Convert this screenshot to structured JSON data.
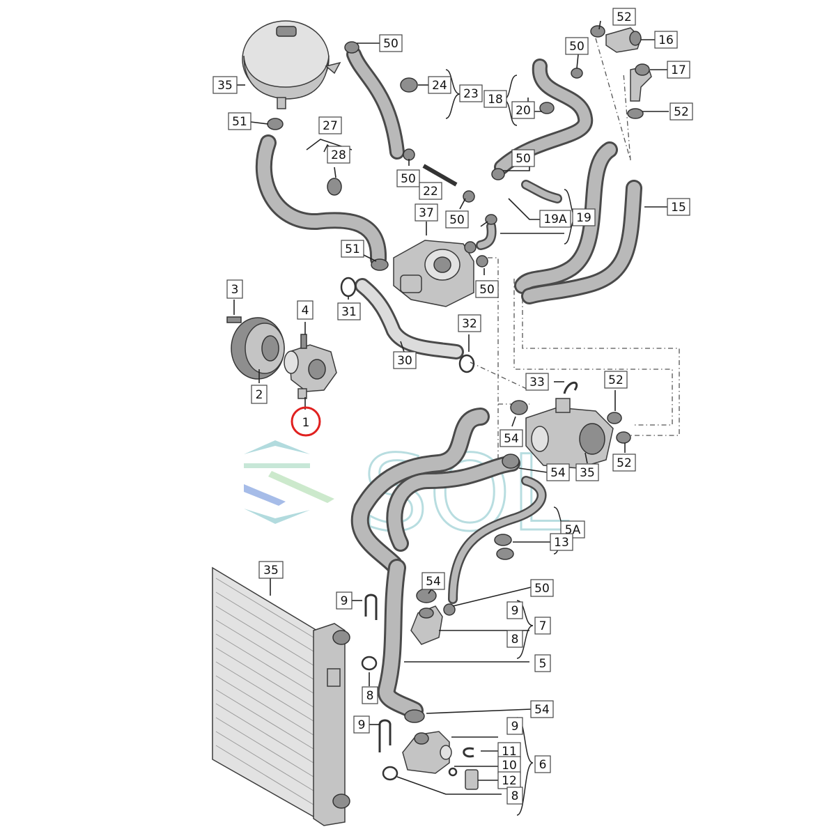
{
  "diagram": {
    "highlight_color": "#e0201f",
    "watermark_color": "#7fc3c8",
    "highlighted_label": "1",
    "labels": [
      {
        "id": "l52a",
        "text": "52"
      },
      {
        "id": "l16",
        "text": "16"
      },
      {
        "id": "l50a",
        "text": "50"
      },
      {
        "id": "l50b",
        "text": "50"
      },
      {
        "id": "l17",
        "text": "17"
      },
      {
        "id": "l35a",
        "text": "35"
      },
      {
        "id": "l24",
        "text": "24"
      },
      {
        "id": "l23",
        "text": "23"
      },
      {
        "id": "l18",
        "text": "18"
      },
      {
        "id": "l20",
        "text": "20"
      },
      {
        "id": "l52b",
        "text": "52"
      },
      {
        "id": "l51a",
        "text": "51"
      },
      {
        "id": "l27",
        "text": "27"
      },
      {
        "id": "l28",
        "text": "28"
      },
      {
        "id": "l50c",
        "text": "50"
      },
      {
        "id": "l50d",
        "text": "50"
      },
      {
        "id": "l22",
        "text": "22"
      },
      {
        "id": "l15",
        "text": "15"
      },
      {
        "id": "l37",
        "text": "37"
      },
      {
        "id": "l50e",
        "text": "50"
      },
      {
        "id": "l19A",
        "text": "19A"
      },
      {
        "id": "l19",
        "text": "19"
      },
      {
        "id": "l51b",
        "text": "51"
      },
      {
        "id": "l3",
        "text": "3"
      },
      {
        "id": "l4",
        "text": "4"
      },
      {
        "id": "l31",
        "text": "31"
      },
      {
        "id": "l50f",
        "text": "50"
      },
      {
        "id": "l32",
        "text": "32"
      },
      {
        "id": "l30",
        "text": "30"
      },
      {
        "id": "l2",
        "text": "2"
      },
      {
        "id": "l33",
        "text": "33"
      },
      {
        "id": "l52c",
        "text": "52"
      },
      {
        "id": "l1",
        "text": "1"
      },
      {
        "id": "l54a",
        "text": "54"
      },
      {
        "id": "l52d",
        "text": "52"
      },
      {
        "id": "l54b",
        "text": "54"
      },
      {
        "id": "l35b",
        "text": "35"
      },
      {
        "id": "l5A",
        "text": "5A"
      },
      {
        "id": "l13",
        "text": "13"
      },
      {
        "id": "l35c",
        "text": "35"
      },
      {
        "id": "l54c",
        "text": "54"
      },
      {
        "id": "l50g",
        "text": "50"
      },
      {
        "id": "l9a",
        "text": "9"
      },
      {
        "id": "l9b",
        "text": "9"
      },
      {
        "id": "l7",
        "text": "7"
      },
      {
        "id": "l8a",
        "text": "8"
      },
      {
        "id": "l5",
        "text": "5"
      },
      {
        "id": "l8b",
        "text": "8"
      },
      {
        "id": "l54d",
        "text": "54"
      },
      {
        "id": "l9c",
        "text": "9"
      },
      {
        "id": "l9d",
        "text": "9"
      },
      {
        "id": "l11",
        "text": "11"
      },
      {
        "id": "l10",
        "text": "10"
      },
      {
        "id": "l6",
        "text": "6"
      },
      {
        "id": "l12",
        "text": "12"
      },
      {
        "id": "l8c",
        "text": "8"
      }
    ]
  }
}
